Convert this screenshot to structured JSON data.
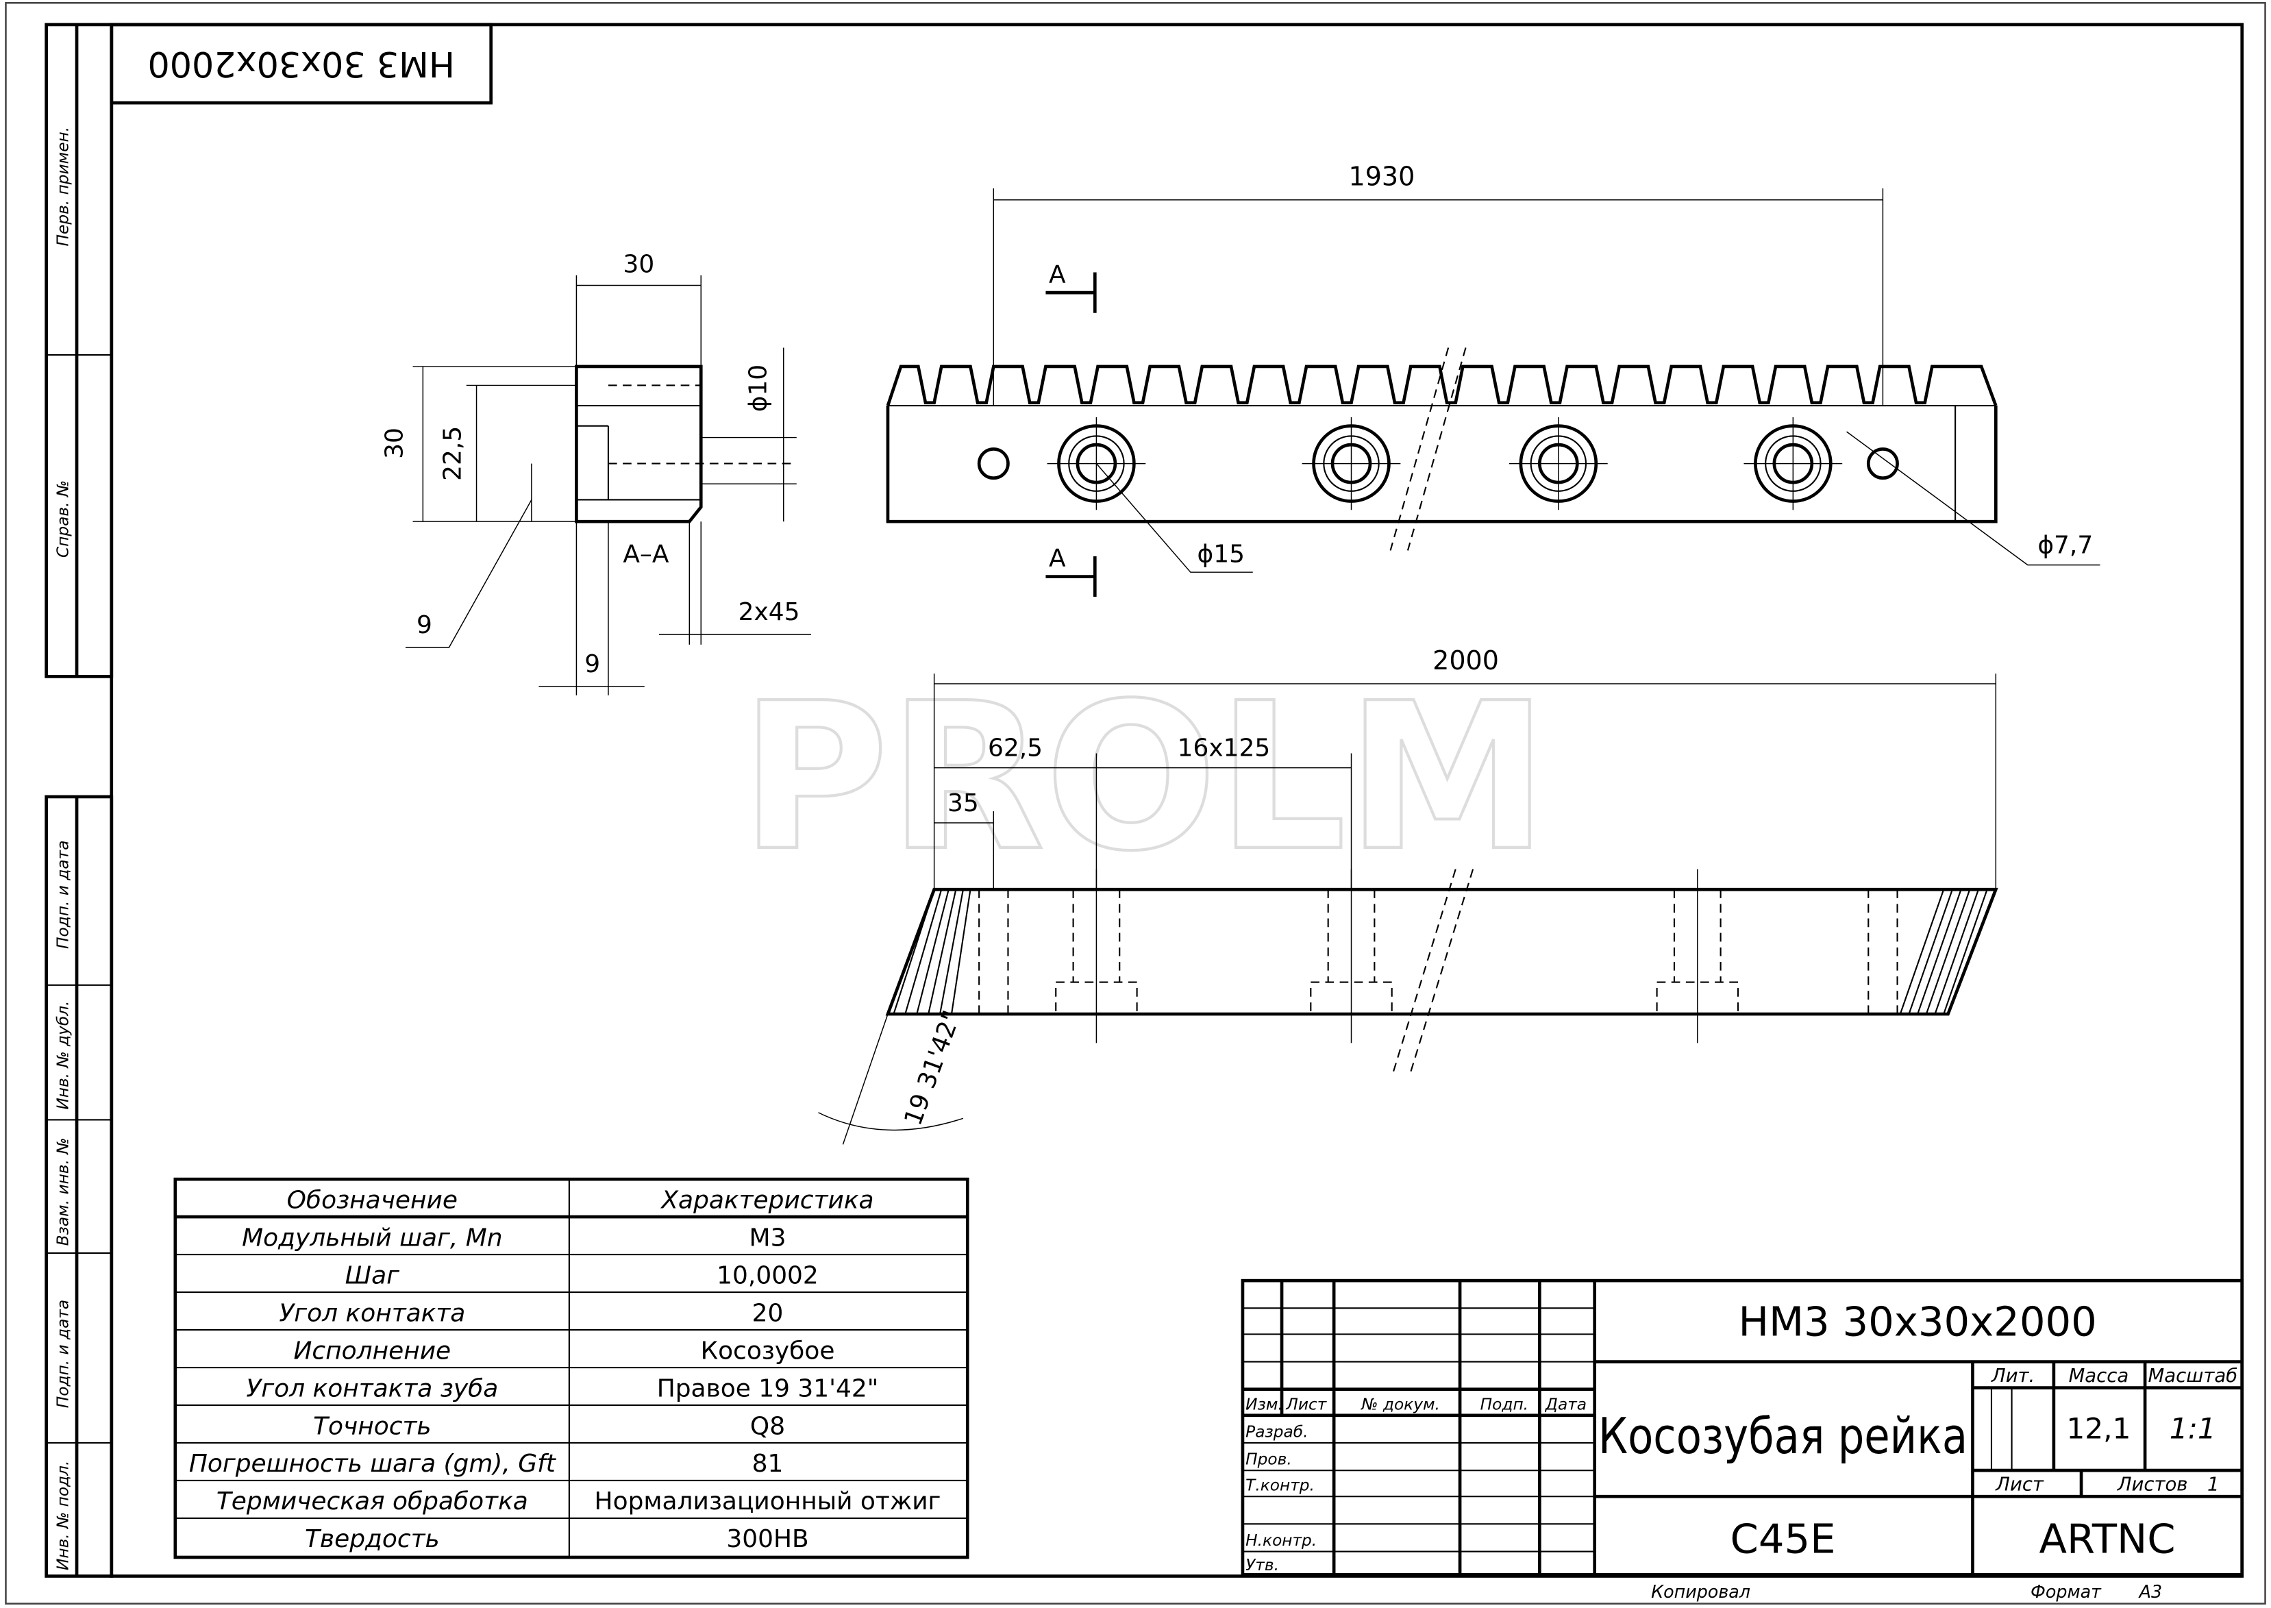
{
  "stamp_rotated": "НМ3 30х30х2000",
  "side_strip": [
    "Перв. примен.",
    "Справ. №",
    "Подп. и дата",
    "Инв. № дубл.",
    "Взам. инв. №",
    "Подп. и дата",
    "Инв. № подл."
  ],
  "watermark": "PROLM",
  "section_view": {
    "width": "30",
    "height": "30",
    "height2": "22,5",
    "hole": "ϕ10",
    "label": "A–A",
    "depth": "9",
    "chamfer": "2x45",
    "offset": "9"
  },
  "front_view": {
    "length": "1930",
    "cut_a_top": "A",
    "cut_a_bottom": "A",
    "big_hole": "ϕ15",
    "small_hole": "ϕ7,7"
  },
  "top_view": {
    "total": "2000",
    "first": "62,5",
    "pitch": "16x125",
    "edge": "35",
    "angle": "19 31'42\""
  },
  "spec_table": {
    "headers": [
      "Обозначение",
      "Характеристика"
    ],
    "rows": [
      [
        "Модульный шаг, Mn",
        "M3"
      ],
      [
        "Шаг",
        "10,0002"
      ],
      [
        "Угол контакта",
        "20"
      ],
      [
        "Исполнение",
        "Косозубое"
      ],
      [
        "Угол контакта зуба",
        "Правое 19 31'42\""
      ],
      [
        "Точность",
        "Q8"
      ],
      [
        "Погрешность шага (gm), Gft",
        "81"
      ],
      [
        "Термическая обработка",
        "Нормализационный отжиг"
      ],
      [
        "Твердость",
        "300HB"
      ]
    ]
  },
  "title_block": {
    "designation": "НМ3 30х30х2000",
    "name": "Косозубая рейка",
    "material": "C45E",
    "company": "ARTNC",
    "col_headers": [
      "Изм.",
      "Лист",
      "№ докум.",
      "Подп.",
      "Дата"
    ],
    "roles": [
      "Разраб.",
      "Пров.",
      "Т.контр.",
      "Н.контр.",
      "Утв."
    ],
    "lit_label": "Лит.",
    "mass_label": "Масса",
    "scale_label": "Масштаб",
    "mass": "12,1",
    "scale": "1:1",
    "sheet_label": "Лист",
    "sheets_label": "Листов",
    "sheets": "1",
    "copied": "Копировал",
    "format_label": "Формат",
    "format": "A3"
  }
}
